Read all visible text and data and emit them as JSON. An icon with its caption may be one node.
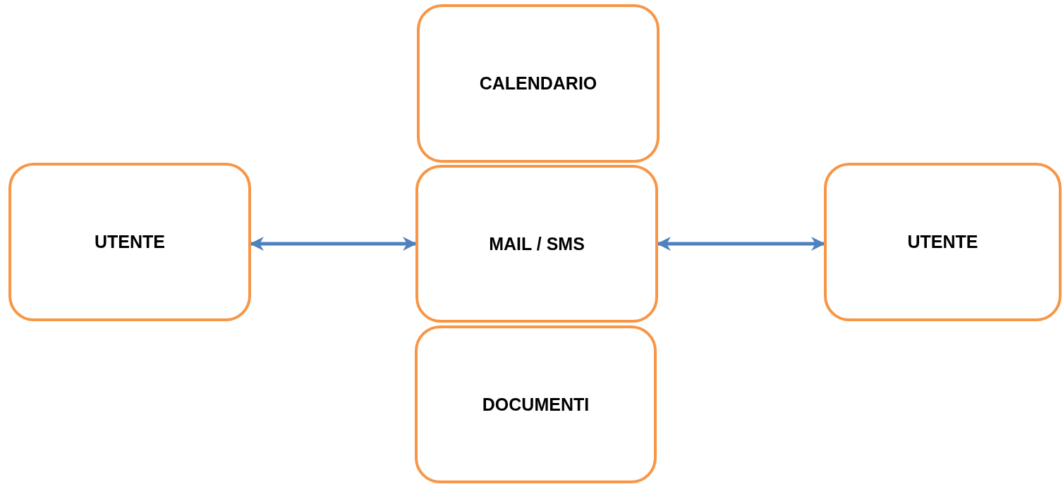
{
  "diagram": {
    "nodes": [
      {
        "text": [
          "CALENDARIO"
        ]
      },
      {
        "text": [
          "UTENTE"
        ]
      },
      {
        "text": [
          "MAIL / SMS"
        ]
      },
      {
        "text": [
          "UTENTE"
        ]
      },
      {
        "text": [
          "DOCUMENTI"
        ]
      }
    ],
    "edges": [
      {
        "from": 1,
        "to": 2,
        "arrow": "both"
      },
      {
        "from": 2,
        "to": 3,
        "arrow": "both"
      }
    ]
  }
}
